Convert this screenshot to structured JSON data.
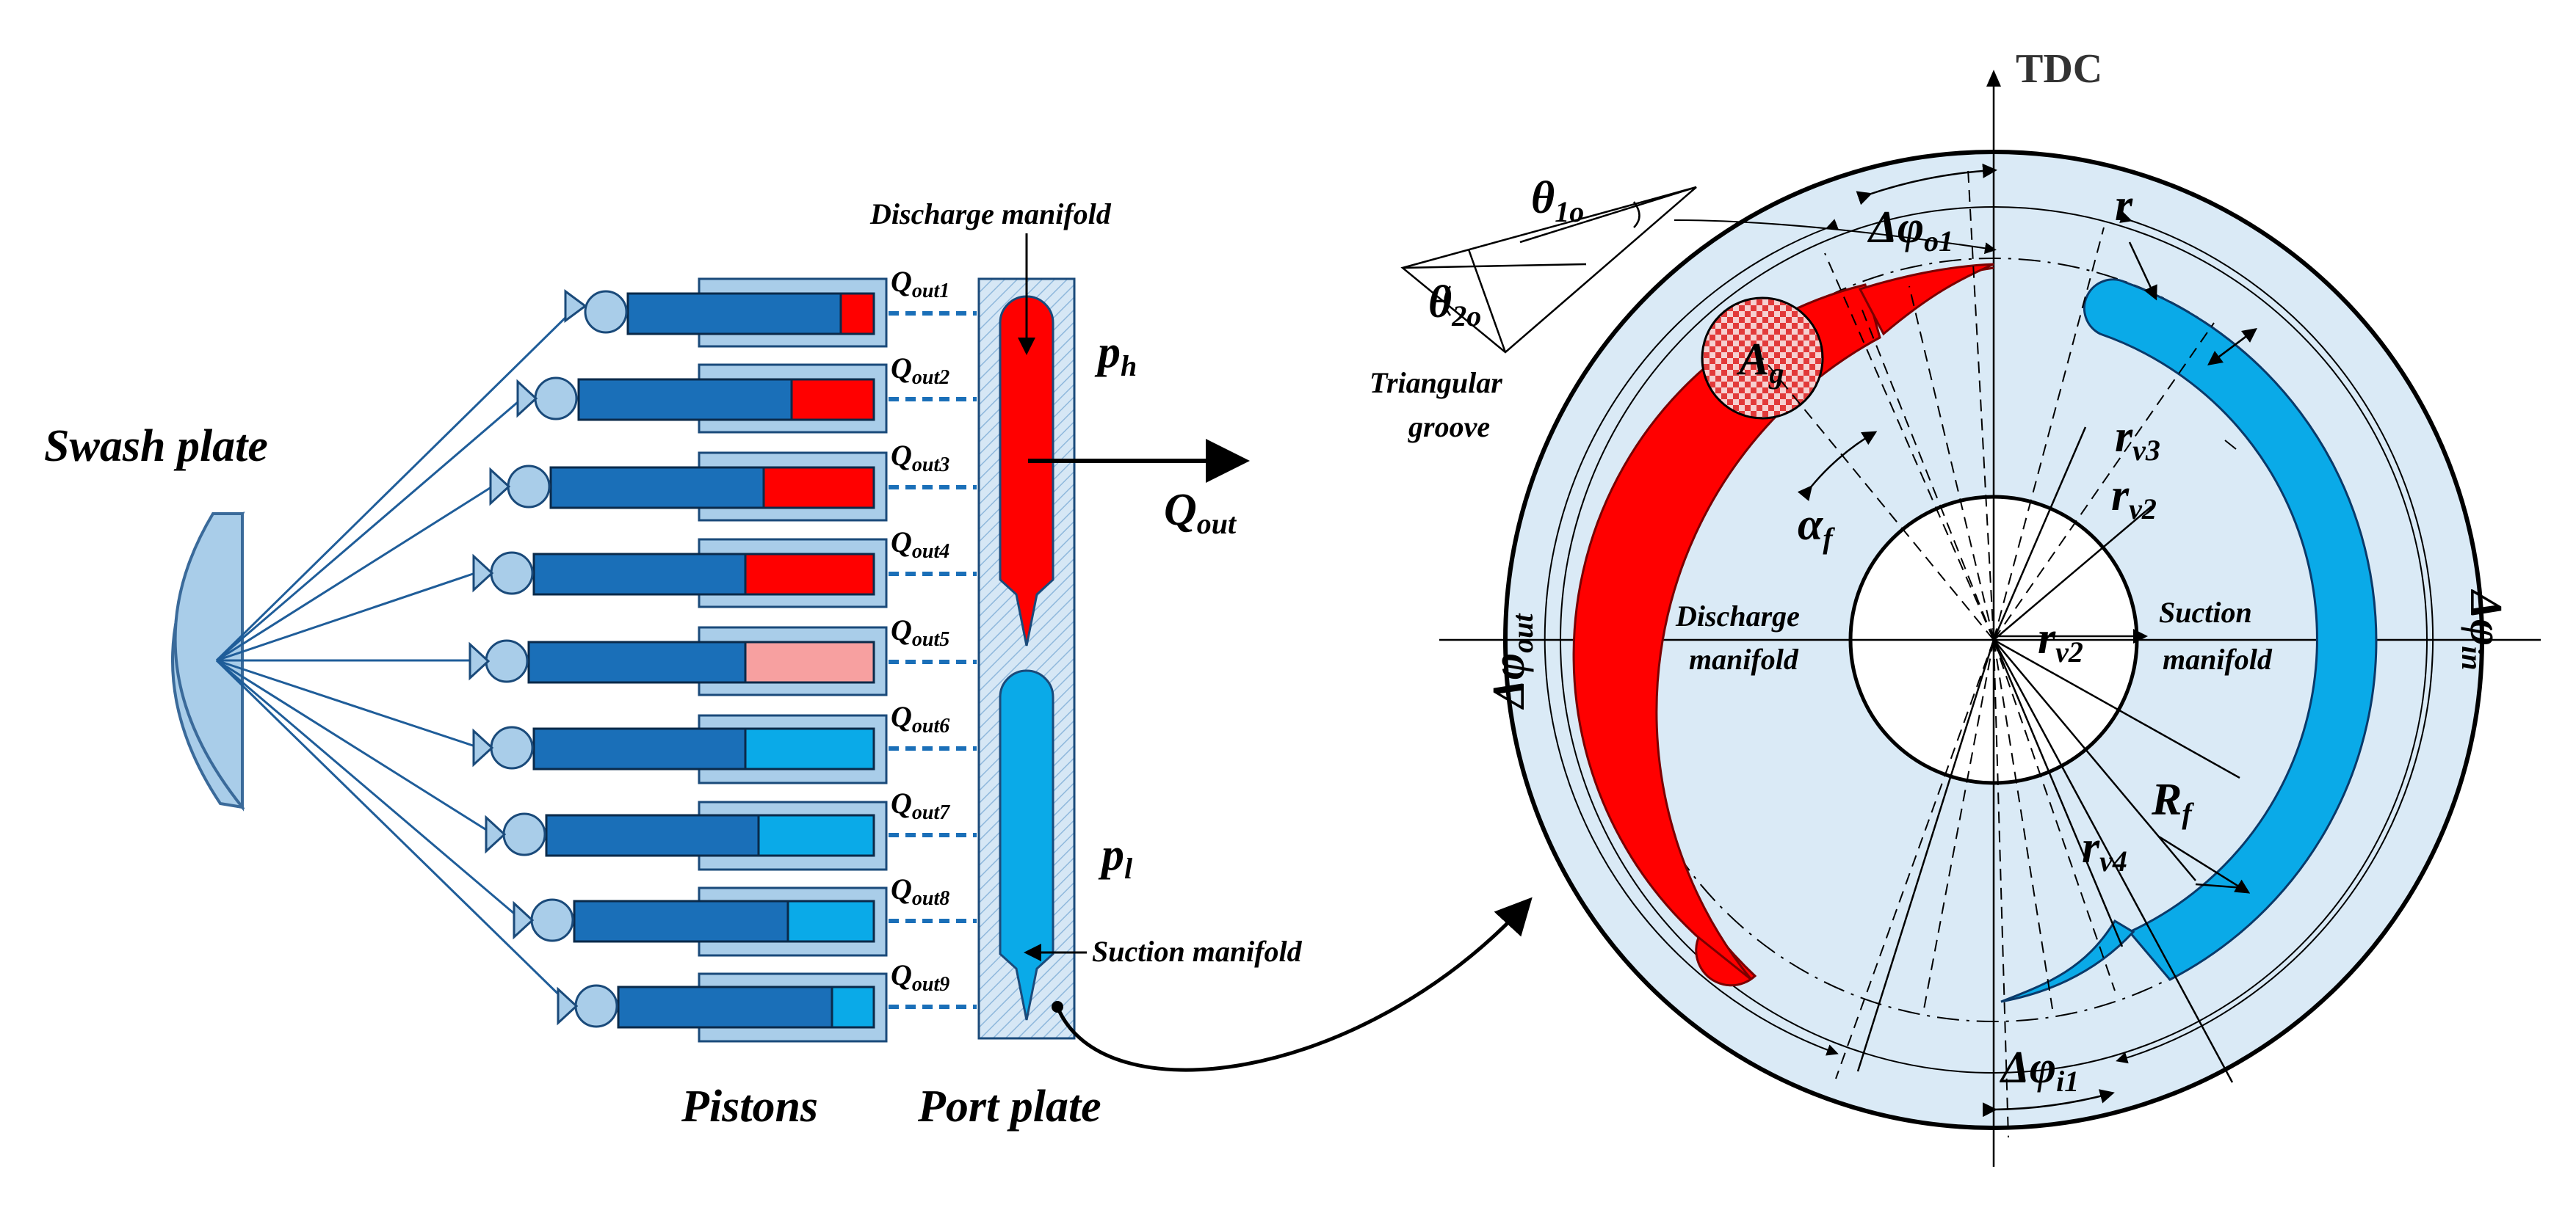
{
  "labels": {
    "swash_plate": "Swash plate",
    "pistons": "Pistons",
    "port_plate": "Port plate",
    "discharge_manifold_top": "Discharge manifold",
    "suction_manifold_side": "Suction manifold",
    "q_out_main": "Q",
    "q_out_main_sub": "out",
    "p_h": "p",
    "p_h_sub": "h",
    "p_l": "p",
    "p_l_sub": "l",
    "tdc": "TDC",
    "theta1": "θ",
    "theta1_sub": "1o",
    "theta2": "θ",
    "theta2_sub": "2o",
    "triangular_groove_1": "Triangular",
    "triangular_groove_2": "groove",
    "delta_phi_o1": "Δφ",
    "delta_phi_o1_sub": "o1",
    "delta_phi_i1": "Δφ",
    "delta_phi_i1_sub": "i1",
    "delta_phi_out": "Δφ",
    "delta_phi_out_sub": "out",
    "delta_phi_in": "Δφ",
    "delta_phi_in_sub": "in",
    "a_g": "A",
    "a_g_sub": "g",
    "alpha_f": "α",
    "alpha_f_sub": "f",
    "r": "r",
    "r_v3": "r",
    "r_v3_sub": "v3",
    "r_v2a": "r",
    "r_v2a_sub": "v2",
    "r_v2b": "r",
    "r_v2b_sub": "v2",
    "r_v4": "r",
    "r_v4_sub": "v4",
    "R_f": "R",
    "R_f_sub": "f",
    "discharge_manifold_1": "Discharge",
    "discharge_manifold_2": "manifold",
    "suction_manifold_1": "Suction",
    "suction_manifold_2": "manifold"
  },
  "q_outputs": [
    {
      "q": "Q",
      "sub": "out1"
    },
    {
      "q": "Q",
      "sub": "out2"
    },
    {
      "q": "Q",
      "sub": "out3"
    },
    {
      "q": "Q",
      "sub": "out4"
    },
    {
      "q": "Q",
      "sub": "out5"
    },
    {
      "q": "Q",
      "sub": "out6"
    },
    {
      "q": "Q",
      "sub": "out7"
    },
    {
      "q": "Q",
      "sub": "out8"
    },
    {
      "q": "Q",
      "sub": "out9"
    }
  ],
  "colors": {
    "discharge": "#ff0000",
    "suction": "#0aaae8",
    "piston_body": "#1a6fb8",
    "light_blue": "#a9cde9",
    "disc_fill": "#daeaf6",
    "transition": "#f7a0a0"
  }
}
